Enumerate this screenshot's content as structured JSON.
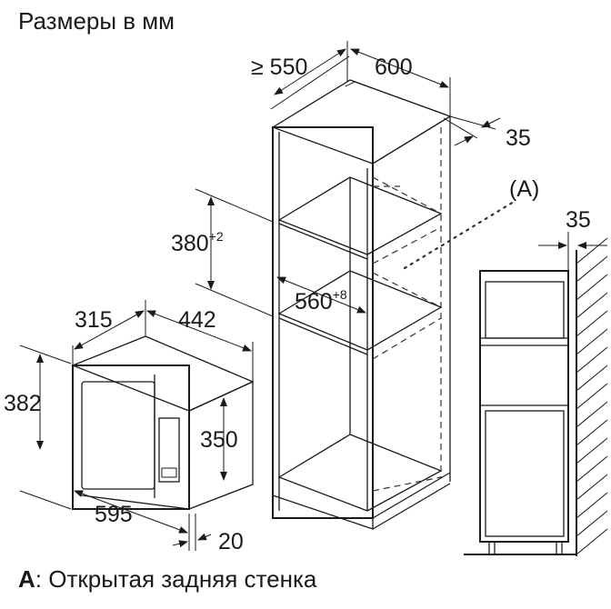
{
  "title": "Размеры в мм",
  "footer": {
    "letter": "A",
    "text": ": Открытая задняя стенка"
  },
  "dimensions": {
    "depth_min": "≥ 550",
    "width_cab": "600",
    "depth_35_top": "35",
    "label_a": "(A)",
    "depth_35_side": "35",
    "niche_height": "380",
    "niche_height_tol": "+2",
    "niche_width": "560",
    "niche_width_tol": "+8",
    "mw_depth": "315",
    "mw_width": "442",
    "mw_height": "382",
    "mw_inner_height": "350",
    "mw_front_width": "595",
    "mw_front_depth": "20"
  }
}
